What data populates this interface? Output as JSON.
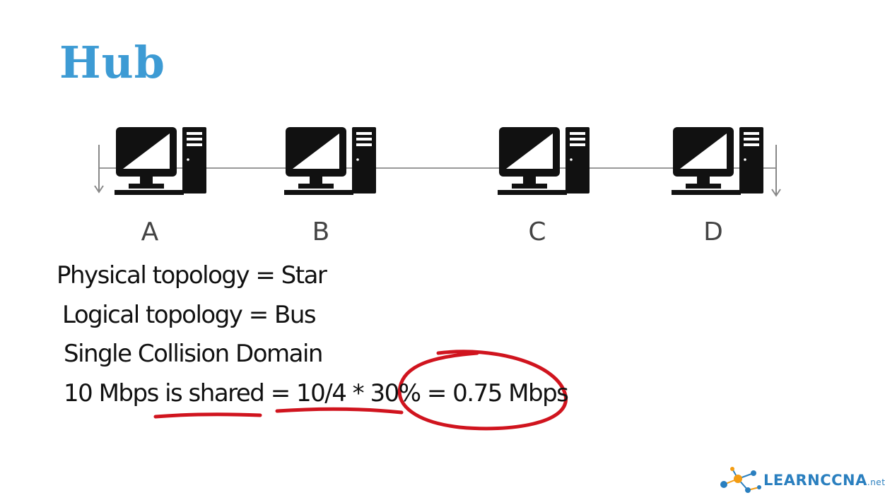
{
  "slide": {
    "title": "Hub",
    "title_color": "#3d9bd4",
    "nodes": [
      {
        "label": "A",
        "icon": "desktop-computer-icon"
      },
      {
        "label": "B",
        "icon": "desktop-computer-icon"
      },
      {
        "label": "C",
        "icon": "desktop-computer-icon"
      },
      {
        "label": "D",
        "icon": "desktop-computer-icon"
      }
    ],
    "notes": {
      "physical_topology": "Physical topology = Star",
      "logical_topology": "Logical topology = Bus",
      "collision_domain": "Single Collision Domain",
      "shared_prefix": "10 Mbps ",
      "shared_phrase": "is shared",
      "equals_1": " = ",
      "calculation": "10/4 * 30%",
      "equals_2": " = ",
      "result": "0.75 Mbps"
    },
    "annotation_color": "#d0141e",
    "logo": {
      "text": "LEARNCCNA",
      "suffix": ".net",
      "icon": "network-nodes-icon",
      "color": "#2a7fbf"
    }
  }
}
